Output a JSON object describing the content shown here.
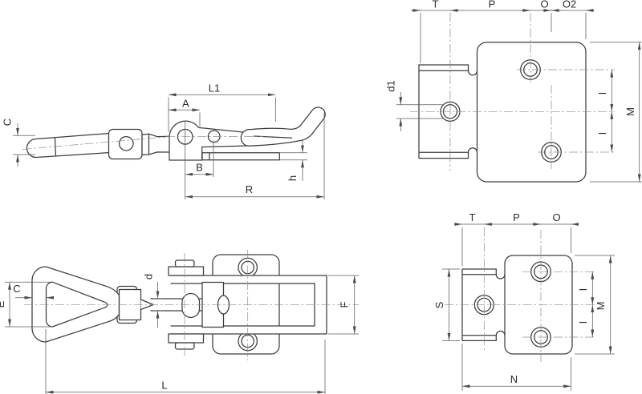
{
  "drawing_title": "toggle latch clamp technical drawing",
  "colors": {
    "background": "#ffffff",
    "outline": "#3d3d3d",
    "dimension": "#5a5a5a",
    "centerline": "#8c8c8c",
    "label": "#2b2b2b"
  },
  "views": {
    "side": {
      "labels": {
        "L1": "L1",
        "A": "A",
        "C": "C",
        "B": "B",
        "R": "R",
        "h": "h"
      }
    },
    "top": {
      "labels": {
        "T": "T",
        "P": "P",
        "O": "O",
        "O2": "O2",
        "d1": "d1",
        "I1": "I",
        "I2": "I",
        "M": "M"
      }
    },
    "plan": {
      "labels": {
        "E": "E",
        "C": "C",
        "d": "d",
        "L": "L",
        "F": "F"
      }
    },
    "front": {
      "labels": {
        "T": "T",
        "P": "P",
        "O": "O",
        "S": "S",
        "I1": "I",
        "I2": "I",
        "M": "M",
        "N": "N"
      }
    }
  }
}
